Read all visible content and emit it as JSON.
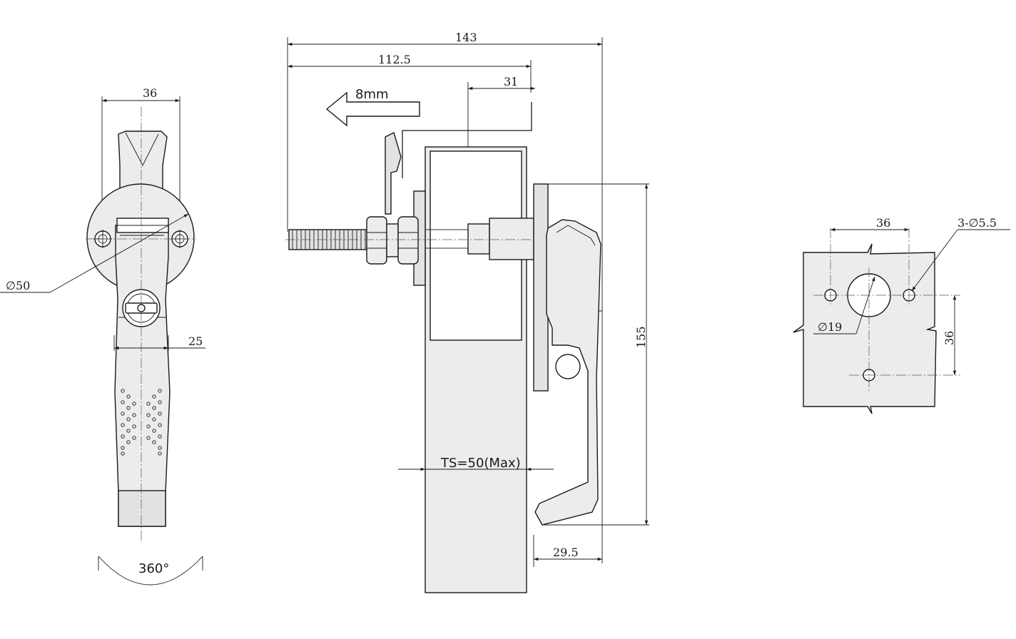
{
  "front_view": {
    "dim_width": "36",
    "dim_diameter": "∅50",
    "dim_grip": "25",
    "rotation_label": "360°"
  },
  "side_view": {
    "dim_overall": "143",
    "dim_stud": "112.5",
    "dim_offset": "31",
    "cam_travel": "8mm",
    "dim_height": "155",
    "dim_projection": "29.5",
    "thickness_label": "TS=50(Max)"
  },
  "cutout_view": {
    "dim_hole_spacing": "36",
    "dim_hole_dia": "3-∅5.5",
    "dim_center_hole": "∅19",
    "dim_vertical": "36"
  }
}
